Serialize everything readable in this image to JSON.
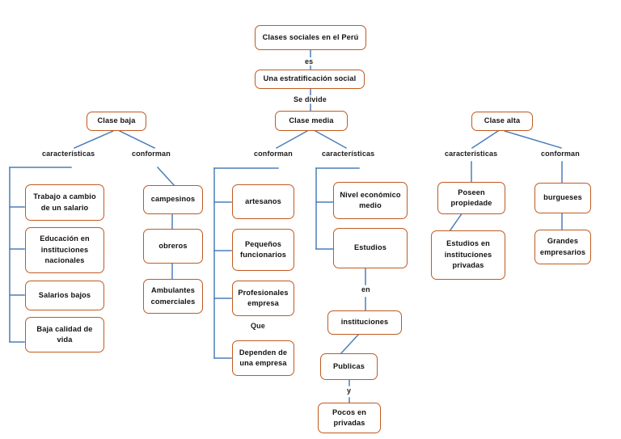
{
  "diagram": {
    "title": "Clases sociales en el Perú",
    "type": "concept-map",
    "language": "es",
    "colors": {
      "node_border": "#C05A21",
      "node_fill": "#FFFFFF",
      "connector": "#4A7EBB",
      "text": "#111111"
    }
  },
  "nodes": {
    "root": "Clases sociales en el Perú",
    "estratificacion": "Una estratificación social",
    "clase_baja": "Clase baja",
    "clase_media": "Clase media",
    "clase_alta": "Clase alta",
    "baja_c1": "Trabajo a cambio de un salario",
    "baja_c2": "Educación en instituciones nacionales",
    "baja_c3": "Salarios bajos",
    "baja_c4": "Baja calidad de vida",
    "baja_f1": "campesinos",
    "baja_f2": "obreros",
    "baja_f3": "Ambulantes comerciales",
    "media_f1": "artesanos",
    "media_f2": "Pequeños funcionarios",
    "media_f3": "Profesionales empresa",
    "media_f4": "Dependen de una empresa",
    "media_c1": "Nivel económico medio",
    "media_c2": "Estudios",
    "instituciones": "instituciones",
    "publicas": "Publicas",
    "privadas": "Pocos en privadas",
    "alta_c1": "Poseen propiedade",
    "alta_c2": "Estudios en instituciones privadas",
    "alta_f1": "burgueses",
    "alta_f2": "Grandes empresarios"
  },
  "link_labels": {
    "es": "es",
    "se_divide": "Se divide",
    "baja_caracteristicas": "características",
    "baja_conforman": "conforman",
    "media_conforman": "conforman",
    "media_caracteristicas": "características",
    "media_que": "Que",
    "estudios_en": "en",
    "publicas_y": "y",
    "alta_caracteristicas": "características",
    "alta_conforman": "conforman"
  }
}
